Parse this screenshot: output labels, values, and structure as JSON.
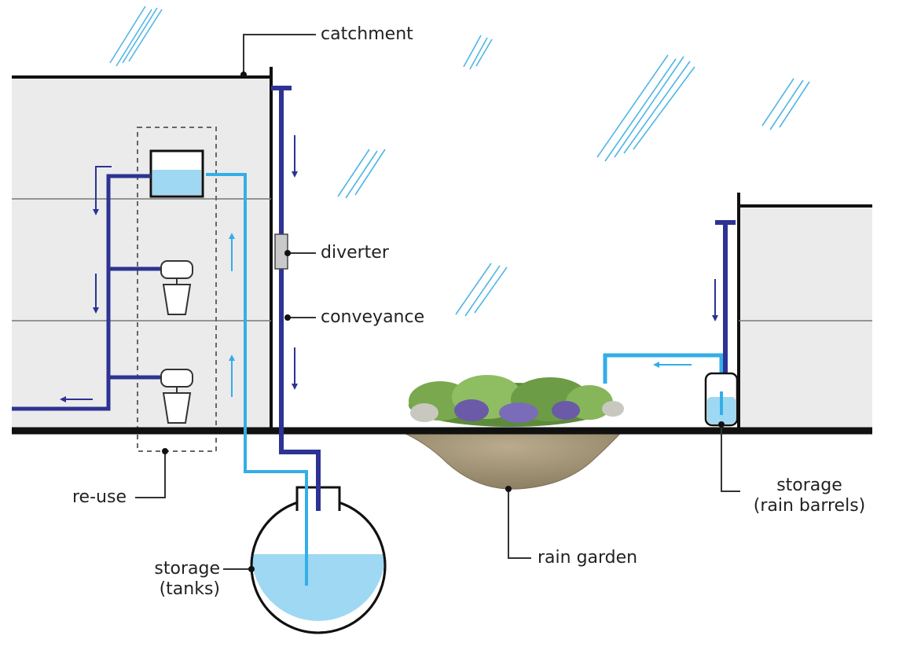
{
  "labels": {
    "catchment": "catchment",
    "diverter": "diverter",
    "conveyance": "conveyance",
    "reuse": "re-use",
    "storage_tanks_1": "storage",
    "storage_tanks_2": "(tanks)",
    "rain_garden": "rain garden",
    "storage_barrels_1": "storage",
    "storage_barrels_2": "(rain barrels)"
  },
  "colors": {
    "clean_water": "#33aee8",
    "water_fill": "#9fd8f2",
    "downpipe": "#2c3393",
    "building": "#ebebeb",
    "ground": "#111111",
    "rain": "#4fb6e6",
    "soil": "#a99a7c"
  },
  "icons": [
    "rain-icon",
    "toilet-icon",
    "plant-icon"
  ]
}
